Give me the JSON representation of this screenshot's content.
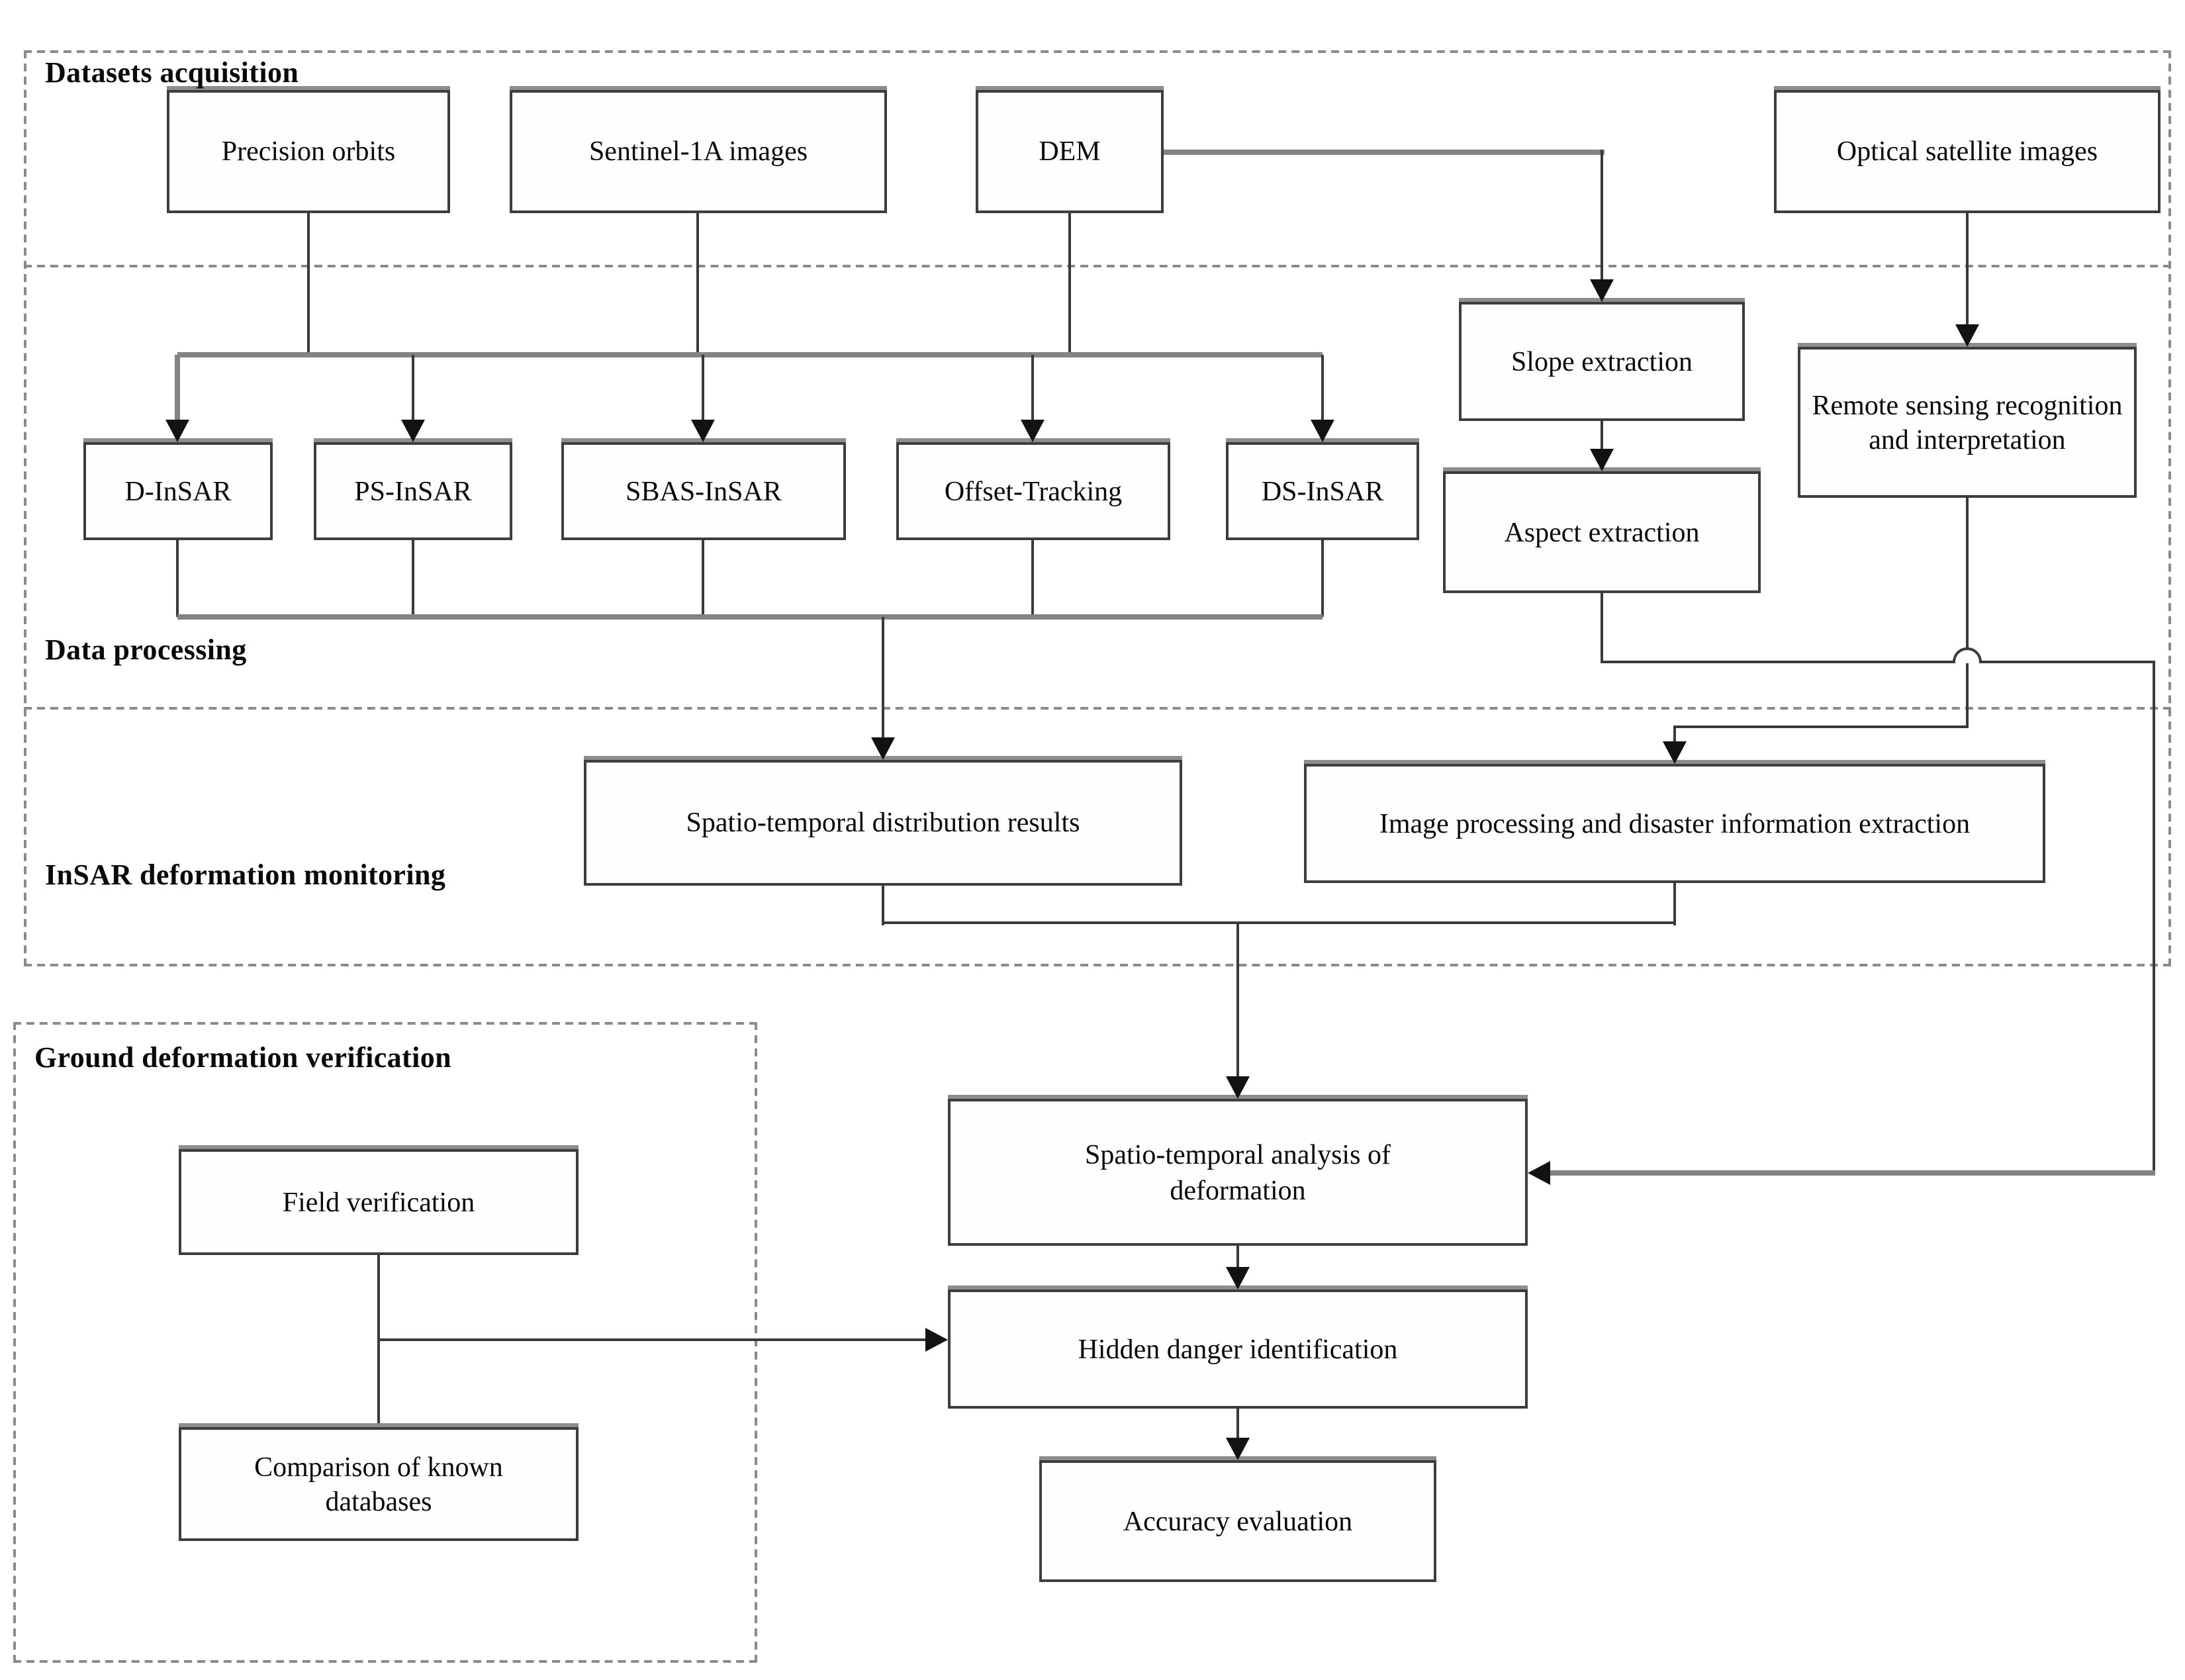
{
  "figure": {
    "type": "flowchart",
    "sections": [
      {
        "label": "Datasets acquisition"
      },
      {
        "label": "Data processing"
      },
      {
        "label": "InSAR deformation monitoring"
      },
      {
        "label": "Ground deformation verification"
      }
    ],
    "nodes": [
      {
        "id": "precision-orbits",
        "label": "Precision orbits"
      },
      {
        "id": "sentinel-1a-images",
        "label": "Sentinel-1A images"
      },
      {
        "id": "dem",
        "label": "DEM"
      },
      {
        "id": "optical-satellite-images",
        "label": "Optical satellite images"
      },
      {
        "id": "d-insar",
        "label": "D-InSAR"
      },
      {
        "id": "ps-insar",
        "label": "PS-InSAR"
      },
      {
        "id": "sbas-insar",
        "label": "SBAS-InSAR"
      },
      {
        "id": "offset-tracking",
        "label": "Offset-Tracking"
      },
      {
        "id": "ds-insar",
        "label": "DS-InSAR"
      },
      {
        "id": "slope-extraction",
        "label": "Slope extraction"
      },
      {
        "id": "aspect-extraction",
        "label": "Aspect extraction"
      },
      {
        "id": "remote-sensing-recognition",
        "label": "Remote sensing recognition and interpretation"
      },
      {
        "id": "spatio-temporal-distribution-results",
        "label": "Spatio-temporal distribution results"
      },
      {
        "id": "image-processing-disaster-extraction",
        "label": "Image processing and disaster information extraction"
      },
      {
        "id": "spatio-temporal-analysis",
        "label": "Spatio-temporal analysis of deformation"
      },
      {
        "id": "hidden-danger-identification",
        "label": "Hidden danger identification"
      },
      {
        "id": "accuracy-evaluation",
        "label": "Accuracy evaluation"
      },
      {
        "id": "field-verification",
        "label": "Field verification"
      },
      {
        "id": "comparison-of-known-databases",
        "label": "Comparison of known databases"
      }
    ],
    "colors": {
      "background": "#ffffff",
      "box_border": "#3d3d3d",
      "box_shadow": "#8d8d8d",
      "thin_line": "#3a3a3a",
      "bus_line": "#838383",
      "arrowhead": "#121212",
      "dashed_border": "#8a8a8a",
      "text": "#0a0a0a"
    }
  }
}
